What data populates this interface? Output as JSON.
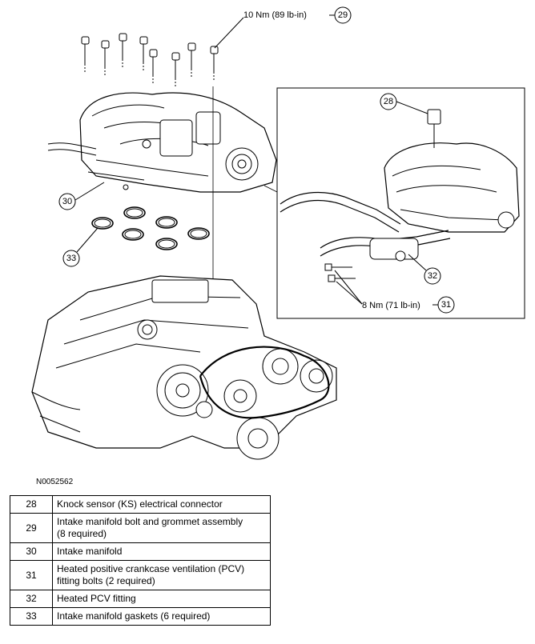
{
  "figure_id": "N0052562",
  "callouts": {
    "c29": {
      "number": "29",
      "torque": "10 Nm (89 lb-in)"
    },
    "c28": {
      "number": "28"
    },
    "c30": {
      "number": "30"
    },
    "c33": {
      "number": "33"
    },
    "c32": {
      "number": "32"
    },
    "c31": {
      "number": "31",
      "torque": "8 Nm (71 lb-in)"
    }
  },
  "legend": [
    {
      "number": "28",
      "description": "Knock sensor (KS) electrical connector"
    },
    {
      "number": "29",
      "description": "Intake manifold bolt and grommet assembly\n(8 required)"
    },
    {
      "number": "30",
      "description": "Intake manifold"
    },
    {
      "number": "31",
      "description": "Heated positive crankcase ventilation (PCV)\nfitting bolts (2 required)"
    },
    {
      "number": "32",
      "description": "Heated PCV fitting"
    },
    {
      "number": "33",
      "description": "Intake manifold gaskets (6 required)"
    }
  ]
}
